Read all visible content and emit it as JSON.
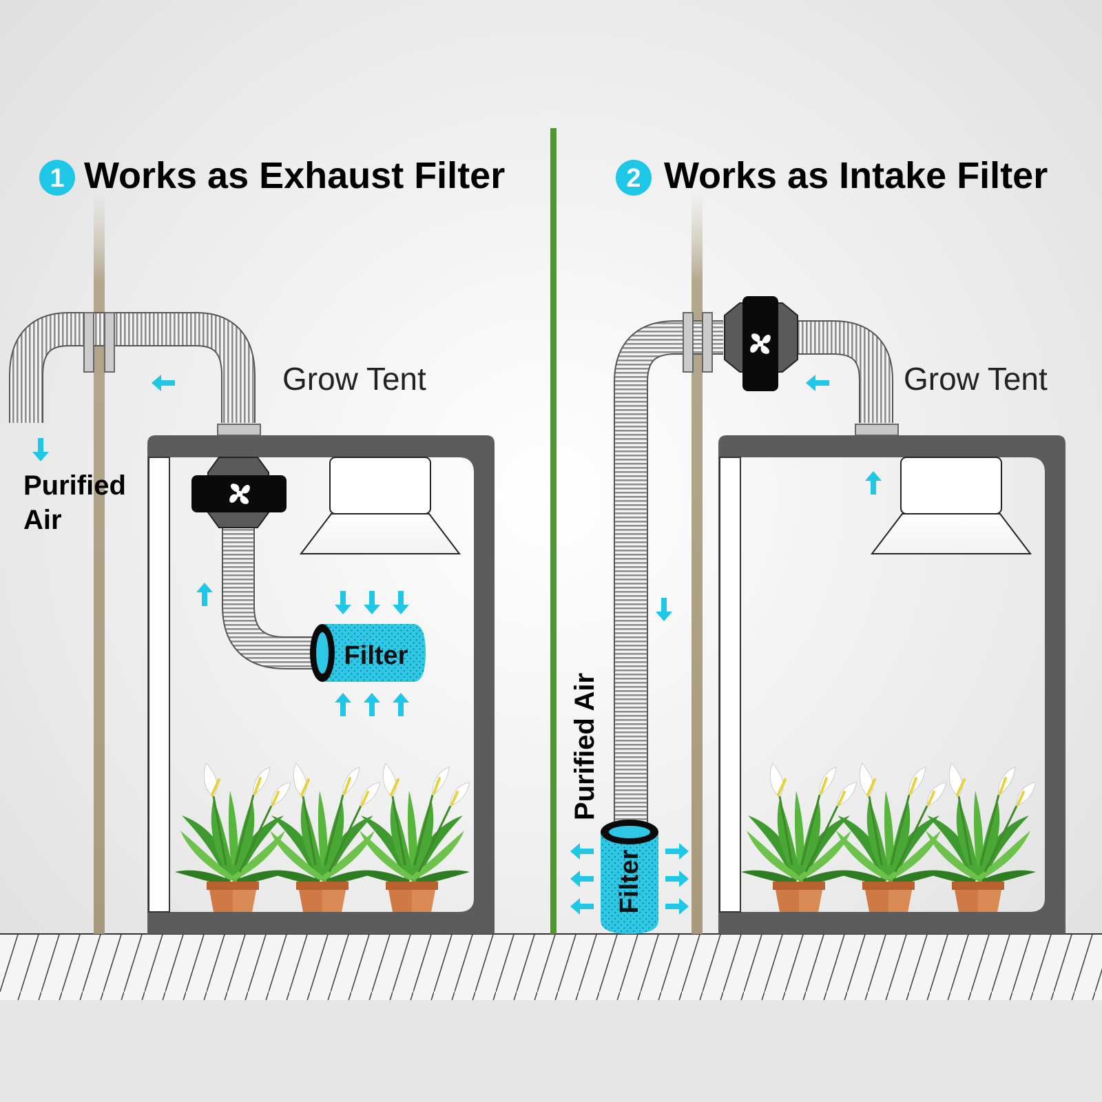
{
  "colors": {
    "accent": "#1fc7e6",
    "divider": "#4c9a2a",
    "tent": "#5c5c5c",
    "wall": "#a89a7c",
    "pot": "#cf7a45",
    "leaf": "#3e9a2e"
  },
  "panel1": {
    "number": "1",
    "title": "Works as Exhaust Filter",
    "tent_label": "Grow Tent",
    "air_label_line1": "Purified",
    "air_label_line2": "Air",
    "filter_label": "Filter",
    "fan_icon": "fan-icon"
  },
  "panel2": {
    "number": "2",
    "title": "Works as Intake Filter",
    "tent_label": "Grow Tent",
    "air_label": "Purified Air",
    "filter_label": "Filter",
    "fan_icon": "fan-icon"
  }
}
